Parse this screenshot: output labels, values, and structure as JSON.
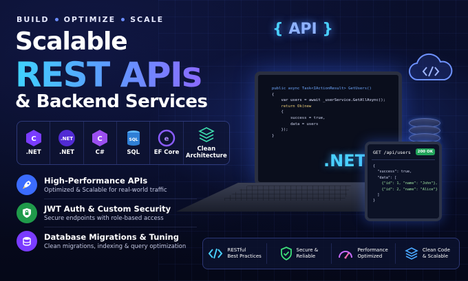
{
  "tagline": [
    "BUILD",
    "OPTIMIZE",
    "SCALE"
  ],
  "headline": {
    "line1": "Scalable",
    "line2": "REST APIs",
    "line3": "& Backend Services"
  },
  "tech": [
    {
      "label": ".NET",
      "icon": "dotnet-csharp-icon"
    },
    {
      "label": ".NET",
      "icon": "dotnet-icon"
    },
    {
      "label": "C#",
      "icon": "csharp-icon"
    },
    {
      "label": "SQL",
      "icon": "sql-icon"
    },
    {
      "label": "EF Core",
      "icon": "ef-core-icon"
    },
    {
      "label": "Clean Architecture",
      "icon": "layers-icon"
    }
  ],
  "features": [
    {
      "title": "High-Performance APIs",
      "desc": "Optimized & Scalable for real-world traffic",
      "icon": "rocket-icon",
      "color": "#3b6cff"
    },
    {
      "title": "JWT Auth & Custom Security",
      "desc": "Secure endpoints with role-based access",
      "icon": "lock-shield-icon",
      "color": "#1f9a4a"
    },
    {
      "title": "Database Migrations & Tuning",
      "desc": "Clean migrations, indexing & query optimization",
      "icon": "database-icon",
      "color": "#7a3cff"
    }
  ],
  "api_tag": {
    "open": "{",
    "text": "API",
    "close": "}"
  },
  "laptop_code": [
    "public async Task<IActionResult> GetUsers()",
    "{",
    "    var users = await _userService.GetAllAsync();",
    "",
    "    return Ok(new",
    "    {",
    "        success = true,",
    "        data = users",
    "    });",
    "}"
  ],
  "net_label": ".NET",
  "tablet": {
    "endpoint": "GET /api/users",
    "status": "200 OK",
    "code": [
      "{",
      "  \"success\": true,",
      "  \"data\": [",
      "    {\"id\": 1, \"name\": \"John\"},",
      "    {\"id\": 2, \"name\": \"Alice\"}",
      "  ]",
      "}"
    ]
  },
  "bottom": [
    {
      "label": "RESTful\nBest Practices",
      "icon": "code-brackets-icon"
    },
    {
      "label": "Secure &\nReliable",
      "icon": "shield-check-icon"
    },
    {
      "label": "Performance\nOptimized",
      "icon": "speedometer-icon"
    },
    {
      "label": "Clean Code\n& Scalable",
      "icon": "layers-icon"
    }
  ],
  "colors": {
    "accent": "#4ad0ff",
    "purple": "#8a6bff",
    "bg": "#050818"
  }
}
